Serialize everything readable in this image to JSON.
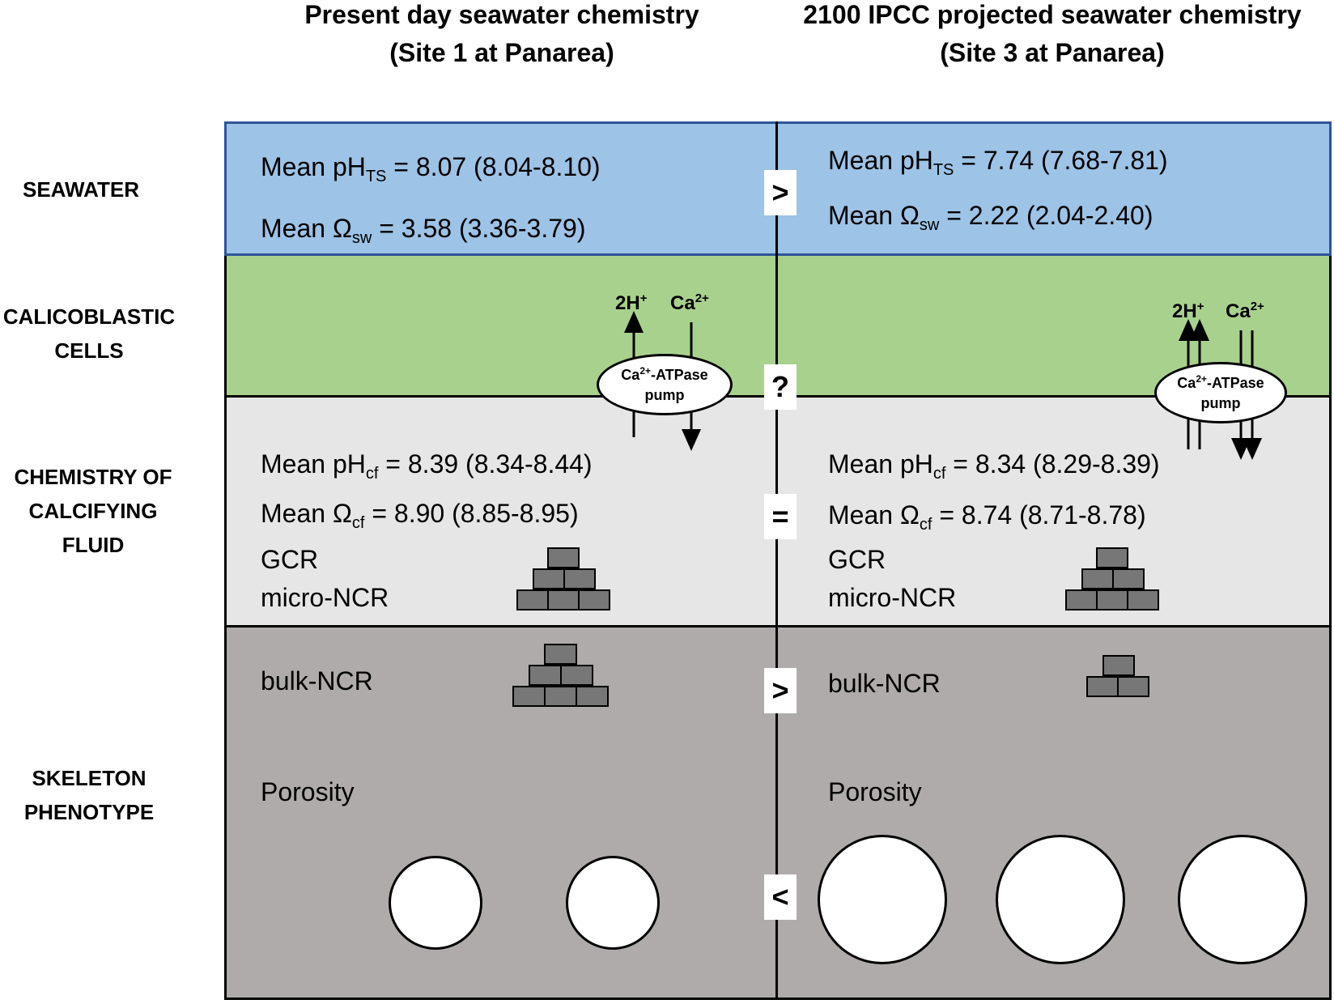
{
  "columns": {
    "left": {
      "line1": "Present day seawater chemistry",
      "line2": "(Site 1 at Panarea)"
    },
    "right": {
      "line1": "2100 IPCC projected seawater chemistry",
      "line2": "(Site 3 at Panarea)"
    }
  },
  "row_labels": {
    "seawater": "SEAWATER",
    "cells_1": "CALICOBLASTIC",
    "cells_2": "CELLS",
    "fluid_1": "CHEMISTRY OF",
    "fluid_2": "CALCIFYING",
    "fluid_3": "FLUID",
    "skeleton_1": "SKELETON",
    "skeleton_2": "PHENOTYPE"
  },
  "seawater": {
    "left": {
      "ph_prefix": "Mean pH",
      "ph_sub": "TS",
      "ph_value": " = 8.07 (8.04-8.10)",
      "om_prefix": "Mean Ω",
      "om_sub": "sw",
      "om_value": " = 3.58 (3.36-3.79)"
    },
    "right": {
      "ph_prefix": "Mean pH",
      "ph_sub": "TS",
      "ph_value": " = 7.74 (7.68-7.81)",
      "om_prefix": "Mean Ω",
      "om_sub": "sw",
      "om_value": " = 2.22 (2.04-2.40)"
    },
    "comparison": ">"
  },
  "cells": {
    "ion_h": "2H",
    "ion_h_sup": "+",
    "ion_ca": "Ca",
    "ion_ca_sup": "2+",
    "pump_ca": "Ca",
    "pump_ca_sup": "2+",
    "pump_rest": "-ATPase",
    "pump_line2": "pump",
    "comparison": "?"
  },
  "fluid": {
    "left": {
      "ph_prefix": "Mean pH",
      "ph_sub": "cf",
      "ph_value": " = 8.39 (8.34-8.44)",
      "om_prefix": "Mean Ω",
      "om_sub": "cf",
      "om_value": " = 8.90 (8.85-8.95)",
      "gcr": "GCR",
      "micro": "micro-NCR"
    },
    "right": {
      "ph_prefix": "Mean pH",
      "ph_sub": "cf",
      "ph_value": " = 8.34 (8.29-8.39)",
      "om_prefix": "Mean Ω",
      "om_sub": "cf",
      "om_value": " = 8.74 (8.71-8.78)",
      "gcr": "GCR",
      "micro": "micro-NCR"
    },
    "comparison": "="
  },
  "skeleton": {
    "left": {
      "bulk": "bulk-NCR",
      "porosity": "Porosity"
    },
    "right": {
      "bulk": "bulk-NCR",
      "porosity": "Porosity"
    },
    "bulk_comparison": ">",
    "porosity_comparison": "<"
  },
  "colors": {
    "seawater": "#9dc3e6",
    "cells": "#a9d18e",
    "fluid": "#e7e6e6",
    "skeleton": "#afabab",
    "border": "#2e5597",
    "brick": "#777777"
  }
}
